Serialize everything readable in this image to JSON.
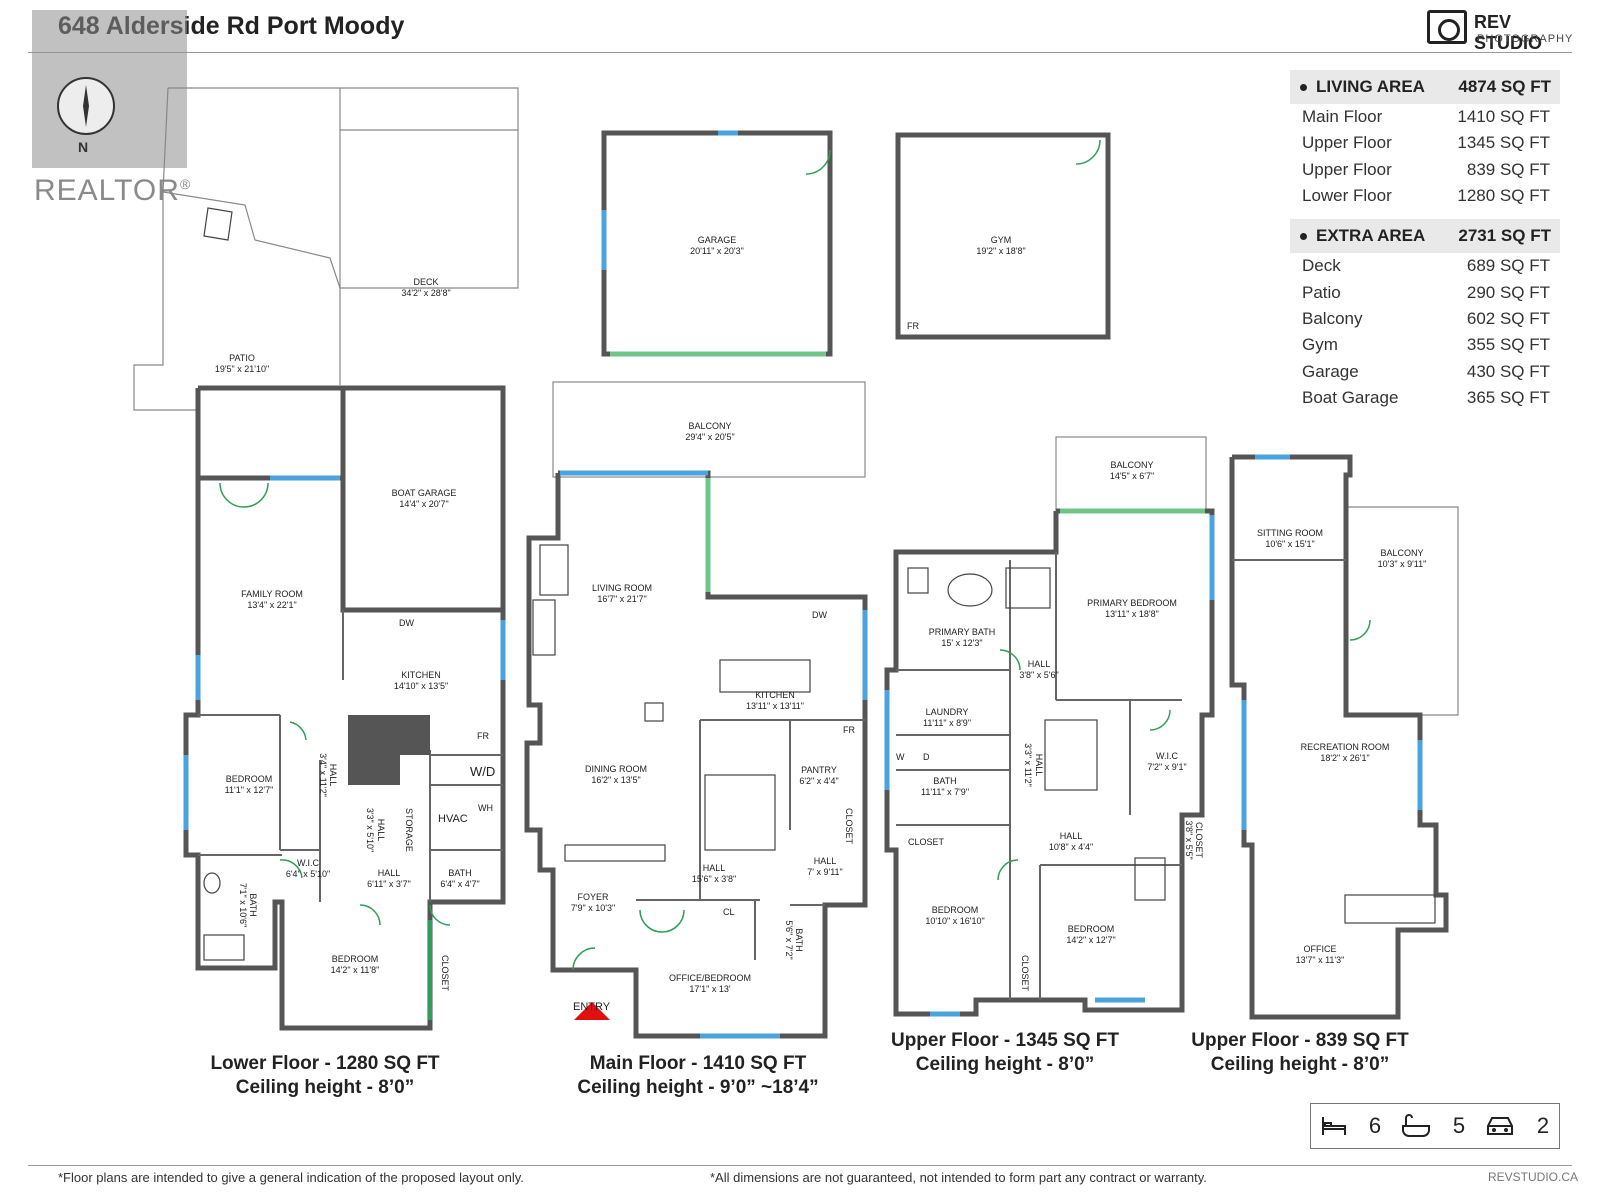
{
  "title": "648 Alderside Rd Port Moody",
  "brand": {
    "name": "REV STUDIO",
    "sub": "PHOTOGRAPHY",
    "icon": "camera-icon"
  },
  "watermark": {
    "text": "REALTOR",
    "reg": "®"
  },
  "compass": {
    "label": "N"
  },
  "areas": {
    "living": {
      "label": "LIVING AREA",
      "total": "4874 SQ FT",
      "rows": [
        {
          "name": "Main Floor",
          "value": "1410 SQ FT"
        },
        {
          "name": "Upper Floor",
          "value": "1345 SQ FT"
        },
        {
          "name": "Upper Floor",
          "value": "839 SQ FT"
        },
        {
          "name": "Lower Floor",
          "value": "1280 SQ FT"
        }
      ]
    },
    "extra": {
      "label": "EXTRA AREA",
      "total": "2731 SQ FT",
      "rows": [
        {
          "name": "Deck",
          "value": "689 SQ FT"
        },
        {
          "name": "Patio",
          "value": "290 SQ FT"
        },
        {
          "name": "Balcony",
          "value": "602 SQ FT"
        },
        {
          "name": "Gym",
          "value": "355 SQ FT"
        },
        {
          "name": "Garage",
          "value": "430 SQ FT"
        },
        {
          "name": "Boat Garage",
          "value": "365 SQ FT"
        }
      ]
    }
  },
  "rooms": {
    "deck": {
      "name": "DECK",
      "dim": "34'2\" x 28'8\""
    },
    "patio": {
      "name": "PATIO",
      "dim": "19'5\" x 21'10\""
    },
    "boat_garage": {
      "name": "BOAT GARAGE",
      "dim": "14'4\" x 20'7\""
    },
    "family_room": {
      "name": "FAMILY ROOM",
      "dim": "13'4\" x 22'1\""
    },
    "kitchen_lower": {
      "name": "KITCHEN",
      "dim": "14'10\" x 13'5\""
    },
    "bedroom_lower1": {
      "name": "BEDROOM",
      "dim": "11'1\" x 12'7\""
    },
    "bedroom_lower2": {
      "name": "BEDROOM",
      "dim": "14'2\" x 11'8\""
    },
    "wic_lower": {
      "name": "W.I.C",
      "dim": "6'4\" x 5'10\""
    },
    "hall_lower1": {
      "name": "HALL",
      "dim": "6'11\" x 3'7\""
    },
    "bath_lower1": {
      "name": "BATH",
      "dim": "6'4\" x 4'7\""
    },
    "hall_lower2": {
      "name": "HALL",
      "dim": "3'4\" x 11'2\""
    },
    "hall_lower3": {
      "name": "HALL",
      "dim": "3'3\" x 5'10\""
    },
    "bath_lower2": {
      "name": "BATH",
      "dim": "7'1\" x 10'6\""
    },
    "garage": {
      "name": "GARAGE",
      "dim": "20'11\" x 20'3\""
    },
    "gym": {
      "name": "GYM",
      "dim": "19'2\" x 18'8\""
    },
    "balcony_main": {
      "name": "BALCONY",
      "dim": "29'4\" x 20'5\""
    },
    "living_room": {
      "name": "LIVING ROOM",
      "dim": "16'7\" x 21'7\""
    },
    "kitchen_main": {
      "name": "KITCHEN",
      "dim": "13'11\" x 13'11\""
    },
    "dining_room": {
      "name": "DINING ROOM",
      "dim": "16'2\" x 13'5\""
    },
    "pantry": {
      "name": "PANTRY",
      "dim": "6'2\" x 4'4\""
    },
    "hall_main1": {
      "name": "HALL",
      "dim": "15'6\" x 3'8\""
    },
    "hall_main2": {
      "name": "HALL",
      "dim": "7' x 9'11\""
    },
    "foyer": {
      "name": "FOYER",
      "dim": "7'9\" x 10'3\""
    },
    "office_bedroom": {
      "name": "OFFICE/BEDROOM",
      "dim": "17'1\" x 13'"
    },
    "bath_main": {
      "name": "BATH",
      "dim": "5'6\" x 7'2\""
    },
    "balcony_upper1": {
      "name": "BALCONY",
      "dim": "14'5\" x 6'7\""
    },
    "primary_bedroom": {
      "name": "PRIMARY BEDROOM",
      "dim": "13'11\" x 18'8\""
    },
    "primary_bath": {
      "name": "PRIMARY BATH",
      "dim": "15' x 12'3\""
    },
    "hall_upper1": {
      "name": "HALL",
      "dim": "3'8\" x 5'6\""
    },
    "laundry": {
      "name": "LAUNDRY",
      "dim": "11'11\" x 8'9\""
    },
    "hall_upper2": {
      "name": "HALL",
      "dim": "3'3\" x 11'2\""
    },
    "wic_upper": {
      "name": "W.I.C",
      "dim": "7'2\" x 9'1\""
    },
    "bath_upper": {
      "name": "BATH",
      "dim": "11'11\" x 7'9\""
    },
    "hall_upper3": {
      "name": "HALL",
      "dim": "10'8\" x 4'4\""
    },
    "closet_upper2": {
      "name": "CLOSET",
      "dim": "3'8\" x 5'5\""
    },
    "bedroom_upper1": {
      "name": "BEDROOM",
      "dim": "10'10\" x 16'10\""
    },
    "bedroom_upper2": {
      "name": "BEDROOM",
      "dim": "14'2\" x 12'7\""
    },
    "sitting_room": {
      "name": "SITTING ROOM",
      "dim": "10'6\" x 15'1\""
    },
    "balcony_upper2": {
      "name": "BALCONY",
      "dim": "10'3\" x 9'11\""
    },
    "recreation_room": {
      "name": "RECREATION ROOM",
      "dim": "18'2\" x 26'1\""
    },
    "office": {
      "name": "OFFICE",
      "dim": "13'7\" x 11'3\""
    }
  },
  "fixtures": {
    "dw": "DW",
    "fr": "FR",
    "wd": "W/D",
    "w": "W",
    "d": "D",
    "hvac": "HVAC",
    "wh": "WH",
    "cl": "CL",
    "closet": "CLOSET",
    "storage": "STORAGE",
    "entry": "ENTRY"
  },
  "captions": {
    "lower": {
      "line1": "Lower Floor - 1280 SQ FT",
      "line2": "Ceiling height - 8’0”"
    },
    "main": {
      "line1": "Main Floor - 1410 SQ FT",
      "line2": "Ceiling height - 9’0” ~18’4”"
    },
    "upper1": {
      "line1": "Upper Floor - 1345 SQ FT",
      "line2": "Ceiling height - 8’0”"
    },
    "upper2": {
      "line1": "Upper Floor - 839 SQ FT",
      "line2": "Ceiling height - 8’0”"
    }
  },
  "stats": {
    "bedrooms": "6",
    "bathrooms": "5",
    "garage": "2",
    "icons": [
      "bed-icon",
      "bathtub-icon",
      "car-icon"
    ]
  },
  "footer": {
    "left": "*Floor plans are intended to give a general indication of the proposed layout only.",
    "center": "*All dimensions are not guaranteed, not intended to form part any contract or warranty.",
    "right": "REVSTUDIO.CA"
  },
  "colors": {
    "wall": "#555555",
    "window_blue": "#4aa3df",
    "window_green": "#6fc48a",
    "door_green": "#2e9e58",
    "entry_red": "#e01010"
  }
}
